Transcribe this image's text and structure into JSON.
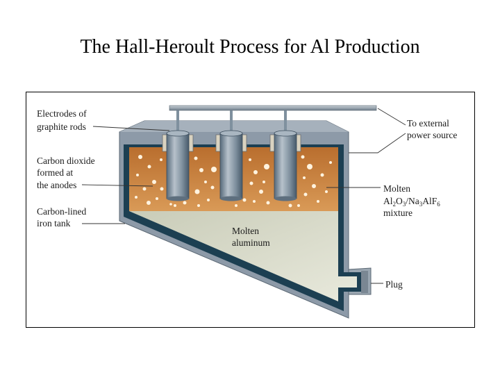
{
  "title": "The Hall-Heroult Process for Al Production",
  "labels": {
    "electrodes": [
      "Electrodes of",
      "graphite rods"
    ],
    "co2": [
      "Carbon dioxide",
      "formed at",
      "the anodes"
    ],
    "tank": [
      "Carbon-lined",
      "iron tank"
    ],
    "power": [
      "To external",
      "power source"
    ],
    "molten_mix": {
      "line1": "Molten",
      "formula": [
        "Al",
        "2",
        "O",
        "3",
        "/Na",
        "3",
        "AlF",
        "6"
      ],
      "line3": "mixture"
    },
    "molten_al": [
      "Molten",
      "aluminum"
    ],
    "plug": "Plug"
  },
  "colors": {
    "tank_outer": "#8d9aa8",
    "tank_lining": "#1c3f52",
    "bath": "#c9803c",
    "aluminum": "#d4d6c4",
    "rod": "#7f909e",
    "bubble": "#fff3df"
  }
}
